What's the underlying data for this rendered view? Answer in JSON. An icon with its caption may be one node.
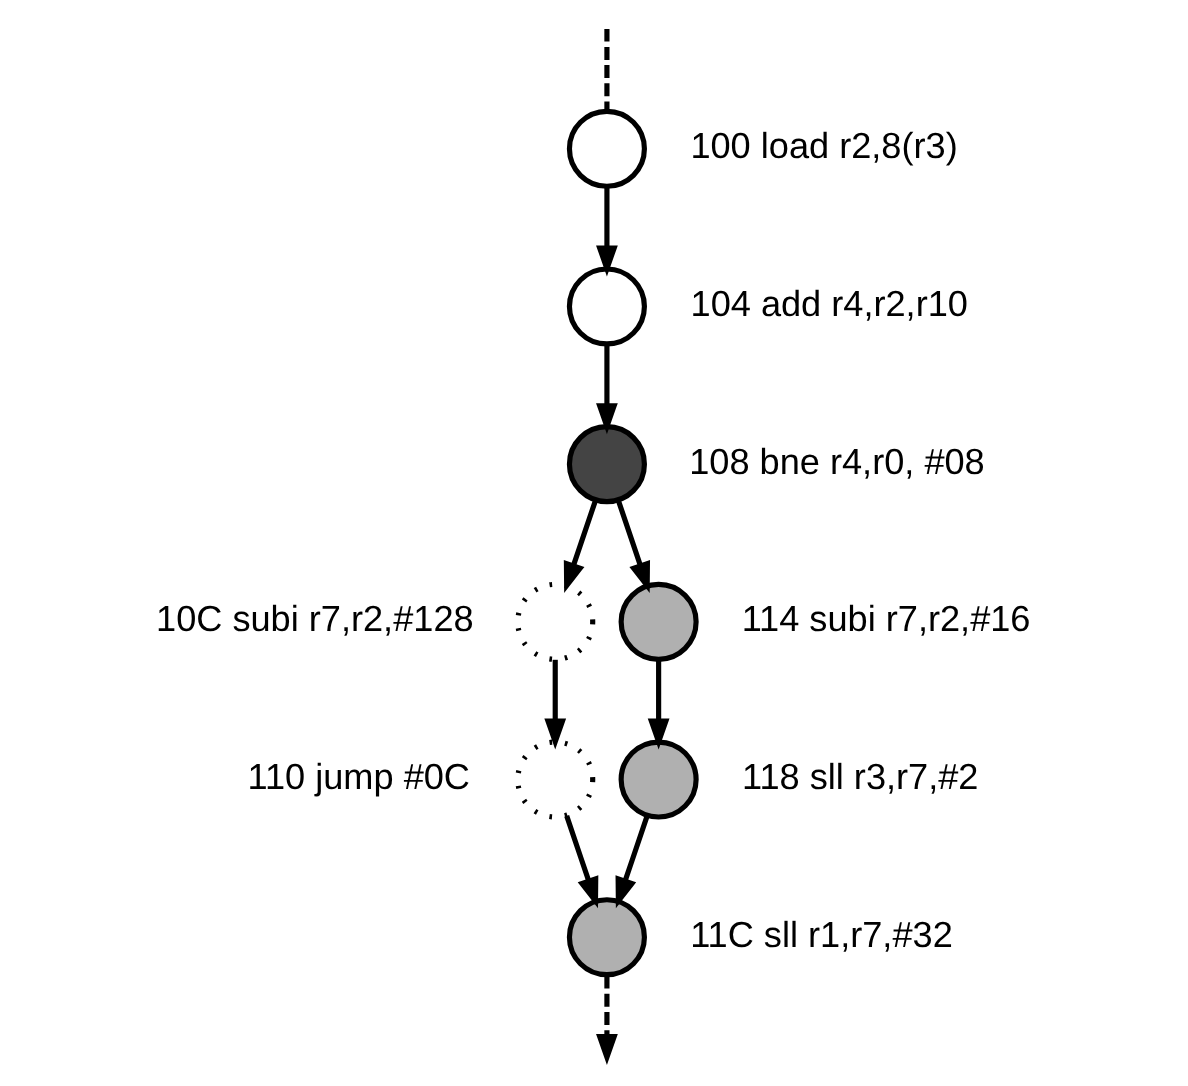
{
  "diagram": {
    "nodes": [
      {
        "text": [],
        "shape": "circle",
        "beside": [
          "100 load r2,8(r3)"
        ]
      },
      {
        "text": [],
        "shape": "circle",
        "beside": [
          "104 add r4,r2,r10"
        ]
      },
      {
        "text": [],
        "shape": "circle",
        "beside": [
          "108 bne r4,r0, #08"
        ]
      },
      {
        "text": [],
        "shape": "circle",
        "beside": [
          "10C subi r7,r2,#128"
        ]
      },
      {
        "text": [],
        "shape": "circle",
        "beside": [
          "114 subi r7,r2,#16"
        ]
      },
      {
        "text": [],
        "shape": "circle",
        "beside": [
          "110 jump #0C"
        ]
      },
      {
        "text": [],
        "shape": "circle",
        "beside": [
          "118 sll r3,r7,#2"
        ]
      },
      {
        "text": [],
        "shape": "circle",
        "beside": [
          "11C sll r1,r7,#32"
        ]
      }
    ],
    "edges": [
      {
        "from": null,
        "to": 0,
        "arrow": "none",
        "style": "dashed"
      },
      {
        "from": 0,
        "to": 1,
        "arrow": "to"
      },
      {
        "from": 1,
        "to": 2,
        "arrow": "to"
      },
      {
        "from": 2,
        "to": 3,
        "arrow": "to"
      },
      {
        "from": 2,
        "to": 4,
        "arrow": "to"
      },
      {
        "from": 3,
        "to": 5,
        "arrow": "to"
      },
      {
        "from": 4,
        "to": 6,
        "arrow": "to"
      },
      {
        "from": 5,
        "to": 7,
        "arrow": "to"
      },
      {
        "from": 6,
        "to": 7,
        "arrow": "to"
      },
      {
        "from": 7,
        "to": null,
        "arrow": "to",
        "style": "dashed"
      }
    ]
  }
}
